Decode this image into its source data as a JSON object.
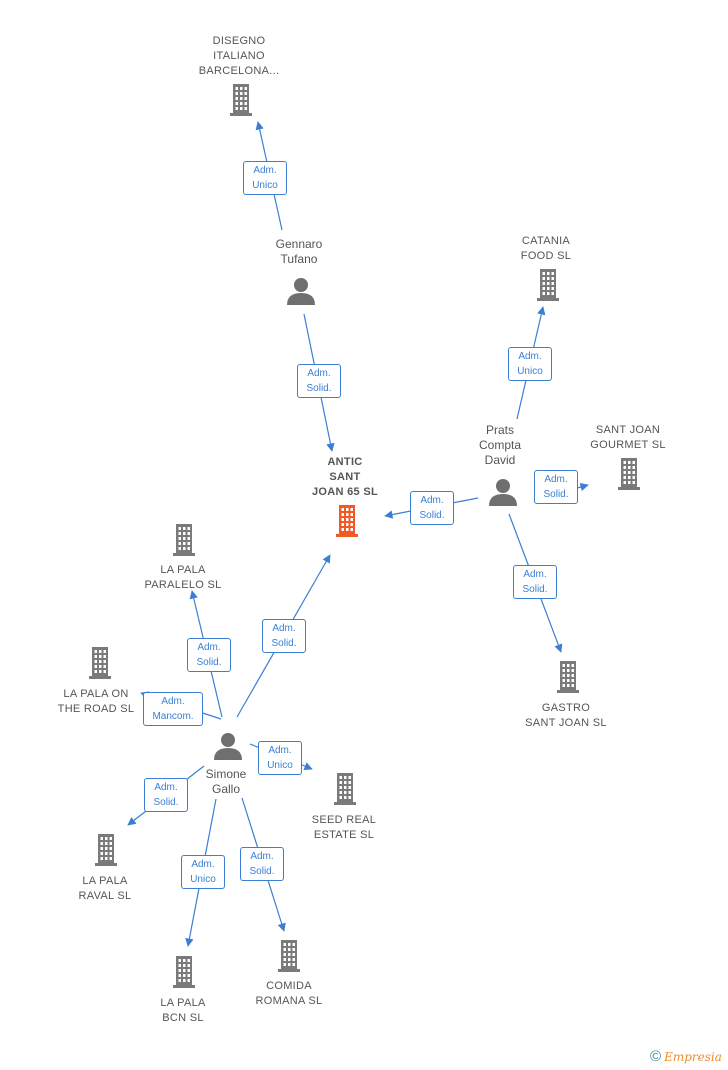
{
  "colors": {
    "edge": "#3a7fd5",
    "company": "#7a7a7a",
    "main_company": "#f05a24",
    "person": "#6f6f6f"
  },
  "companies": [
    {
      "id": "antic",
      "name": "ANTIC\nSANT\nJOAN 65  SL",
      "main": true
    },
    {
      "id": "disegno",
      "name": "DISEGNO\nITALIANO\nBARCELONA..."
    },
    {
      "id": "catania",
      "name": "CATANIA\nFOOD  SL"
    },
    {
      "id": "santjoan",
      "name": "SANT JOAN\nGOURMET  SL"
    },
    {
      "id": "gastro",
      "name": "GASTRO\nSANT JOAN  SL"
    },
    {
      "id": "paralelo",
      "name": "LA PALA\nPARALELO  SL"
    },
    {
      "id": "road",
      "name": "LA PALA ON\nTHE ROAD  SL"
    },
    {
      "id": "seed",
      "name": "SEED REAL\nESTATE  SL"
    },
    {
      "id": "raval",
      "name": "LA PALA\nRAVAL  SL"
    },
    {
      "id": "bcn",
      "name": "LA PALA\nBCN  SL"
    },
    {
      "id": "comida",
      "name": "COMIDA\nROMANA SL"
    }
  ],
  "persons": [
    {
      "id": "gennaro",
      "name": "Gennaro\nTufano"
    },
    {
      "id": "prats",
      "name": "Prats\nCompta\nDavid"
    },
    {
      "id": "simone",
      "name": "Simone\nGallo"
    }
  ],
  "relations": [
    {
      "from": "gennaro",
      "to": "disegno",
      "label": "Adm.\nUnico"
    },
    {
      "from": "gennaro",
      "to": "antic",
      "label": "Adm.\nSolid."
    },
    {
      "from": "prats",
      "to": "antic",
      "label": "Adm.\nSolid."
    },
    {
      "from": "prats",
      "to": "catania",
      "label": "Adm.\nUnico"
    },
    {
      "from": "prats",
      "to": "santjoan",
      "label": "Adm.\nSolid."
    },
    {
      "from": "prats",
      "to": "gastro",
      "label": "Adm.\nSolid."
    },
    {
      "from": "simone",
      "to": "antic",
      "label": "Adm.\nSolid."
    },
    {
      "from": "simone",
      "to": "paralelo",
      "label": "Adm.\nSolid."
    },
    {
      "from": "simone",
      "to": "road",
      "label": "Adm.\nMancom."
    },
    {
      "from": "simone",
      "to": "seed",
      "label": "Adm.\nUnico"
    },
    {
      "from": "simone",
      "to": "raval",
      "label": "Adm.\nSolid."
    },
    {
      "from": "simone",
      "to": "bcn",
      "label": "Adm.\nUnico"
    },
    {
      "from": "simone",
      "to": "comida",
      "label": "Adm.\nSolid."
    }
  ],
  "brand": {
    "copyright": "©",
    "name": "Empresia"
  }
}
